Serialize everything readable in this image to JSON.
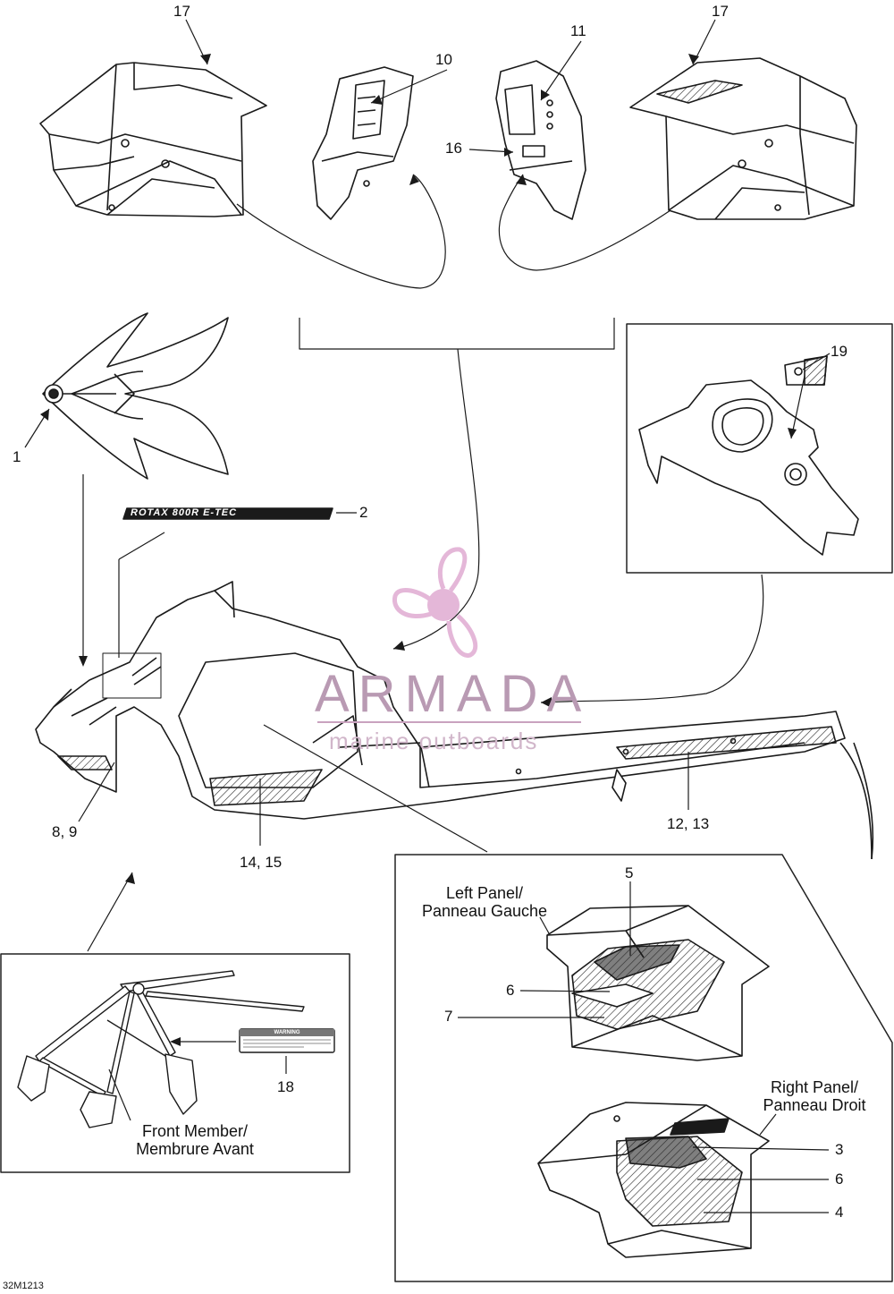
{
  "callouts": {
    "c1": "1",
    "c2": "2",
    "c3": "3",
    "c4": "4",
    "c5": "5",
    "c6a": "6",
    "c6b": "6",
    "c7": "7",
    "c8_9": "8, 9",
    "c10": "10",
    "c11": "11",
    "c12_13": "12, 13",
    "c14_15": "14, 15",
    "c16": "16",
    "c17a": "17",
    "c17b": "17",
    "c18": "18",
    "c19": "19"
  },
  "captions": {
    "left_panel": [
      "Left Panel/",
      "Panneau Gauche"
    ],
    "right_panel": [
      "Right Panel/",
      "Panneau Droit"
    ],
    "front_member": [
      "Front Member/",
      "Membrure Avant"
    ]
  },
  "decal_text": {
    "rotax_logo": "ROTAX 800R E-TEC",
    "warning_title": "WARNING"
  },
  "watermark": {
    "brand": "ARMADA",
    "tagline": "marine outboards",
    "color": "#c9a2bf"
  },
  "drawing_code": "32M1213"
}
